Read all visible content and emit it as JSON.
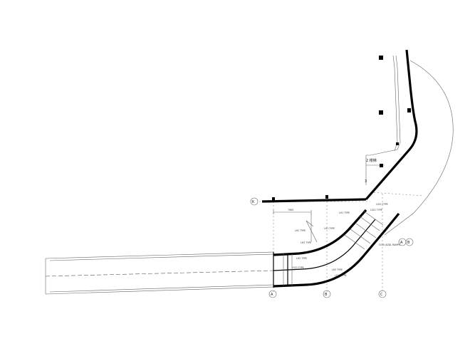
{
  "drawing": {
    "room_label": "2 楼梯",
    "bubbles": {
      "row_k": "K",
      "col_a": "A",
      "col_b": "B",
      "col_c": "C",
      "right_a": "A",
      "right_b": "B"
    },
    "dims": {
      "top": "7965"
    },
    "callouts": [
      "LH1 TYPE",
      "LH1 TYPE",
      "LH2 TYPE",
      "LH2 TYPE",
      "LH3 TYPE",
      "LH3 TYPE",
      "3150 ADDL RAMPS",
      "LS21 TYPE",
      "LS21 TYPE",
      "LS21 TYPE",
      "LS21 TYPE"
    ],
    "side_note": "3"
  }
}
